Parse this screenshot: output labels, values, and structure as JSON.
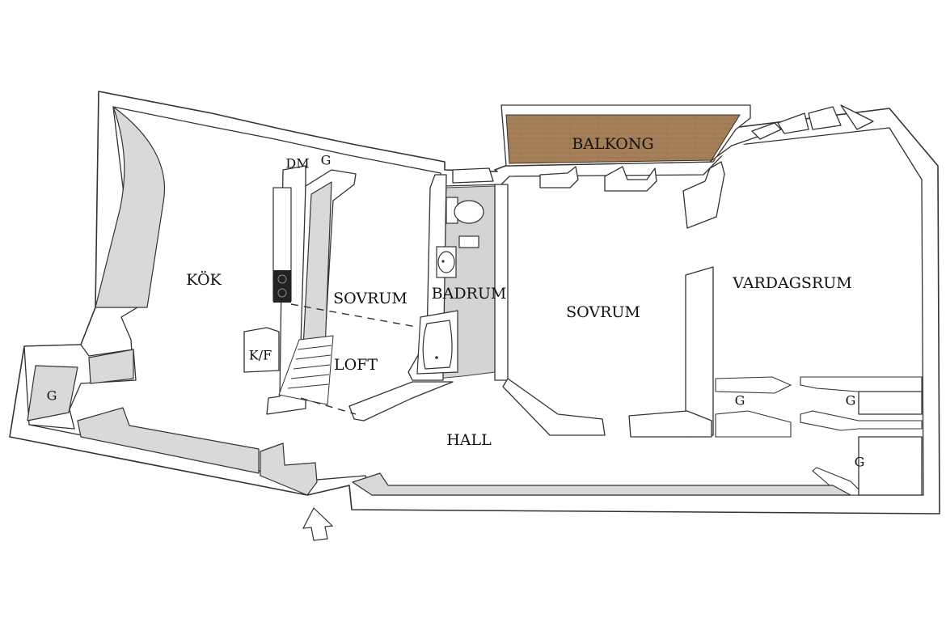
{
  "plan": {
    "rooms": {
      "kok": "KÖK",
      "sovrum_left": "SOVRUM",
      "loft": "LOFT",
      "badrum": "BADRUM",
      "sovrum_right": "SOVRUM",
      "vardagsrum": "VARDAGSRUM",
      "hall": "HALL",
      "balkong": "BALKONG"
    },
    "labels": {
      "dm": "DM",
      "g_top": "G",
      "g_left": "G",
      "kf": "K/F",
      "g_wardrobe_1": "G",
      "g_wardrobe_2": "G",
      "g_wardrobe_3": "G"
    },
    "colors": {
      "wall_face": "#d9d9d9",
      "bathroom_floor": "#d4d4d4",
      "balcony_wood": "#a57f58",
      "outline": "#333333"
    },
    "icons": [
      "entrance-arrow-icon",
      "toilet-icon",
      "sink-icon",
      "bathtub-icon",
      "stove-icon"
    ]
  }
}
